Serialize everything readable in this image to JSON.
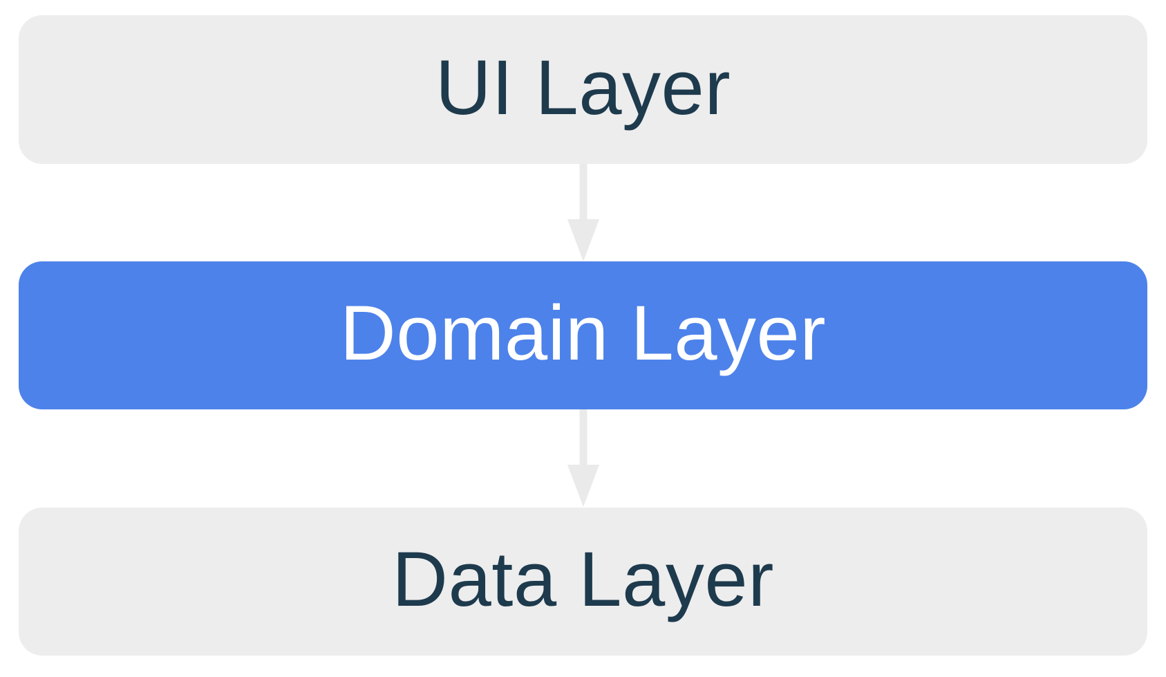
{
  "diagram": {
    "type": "layered-architecture-flow",
    "layers": [
      {
        "id": "ui",
        "label": "UI Layer",
        "highlighted": false
      },
      {
        "id": "domain",
        "label": "Domain Layer",
        "highlighted": true
      },
      {
        "id": "data",
        "label": "Data Layer",
        "highlighted": false
      }
    ],
    "arrows": [
      {
        "from": "UI Layer",
        "to": "Domain Layer",
        "direction": "down"
      },
      {
        "from": "Domain Layer",
        "to": "Data Layer",
        "direction": "down"
      }
    ],
    "colors": {
      "background": "#ffffff",
      "box_default": "#ededed",
      "box_highlight": "#4d82ea",
      "text_default": "#1e3a4d",
      "text_highlight": "#ffffff",
      "arrow": "#eaeaea"
    }
  }
}
